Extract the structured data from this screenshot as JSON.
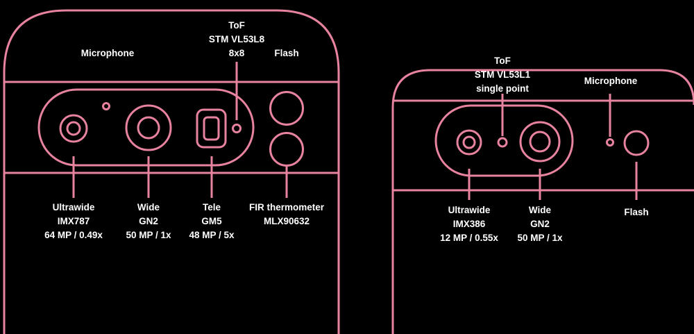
{
  "colors": {
    "background": "#000000",
    "outline": "#e8839f",
    "text": "#ffffff"
  },
  "left_phone": {
    "microphone": "Microphone",
    "tof": [
      "ToF",
      "STM VL53L8",
      "8x8"
    ],
    "flash": "Flash",
    "ultrawide": [
      "Ultrawide",
      "IMX787",
      "64 MP / 0.49x"
    ],
    "wide": [
      "Wide",
      "GN2",
      "50 MP / 1x"
    ],
    "tele": [
      "Tele",
      "GM5",
      "48 MP / 5x"
    ],
    "thermometer": [
      "FIR thermometer",
      "MLX90632"
    ]
  },
  "right_phone": {
    "tof": [
      "ToF",
      "STM VL53L1",
      "single point"
    ],
    "microphone": "Microphone",
    "ultrawide": [
      "Ultrawide",
      "IMX386",
      "12 MP / 0.55x"
    ],
    "wide": [
      "Wide",
      "GN2",
      "50 MP / 1x"
    ],
    "flash": "Flash"
  }
}
